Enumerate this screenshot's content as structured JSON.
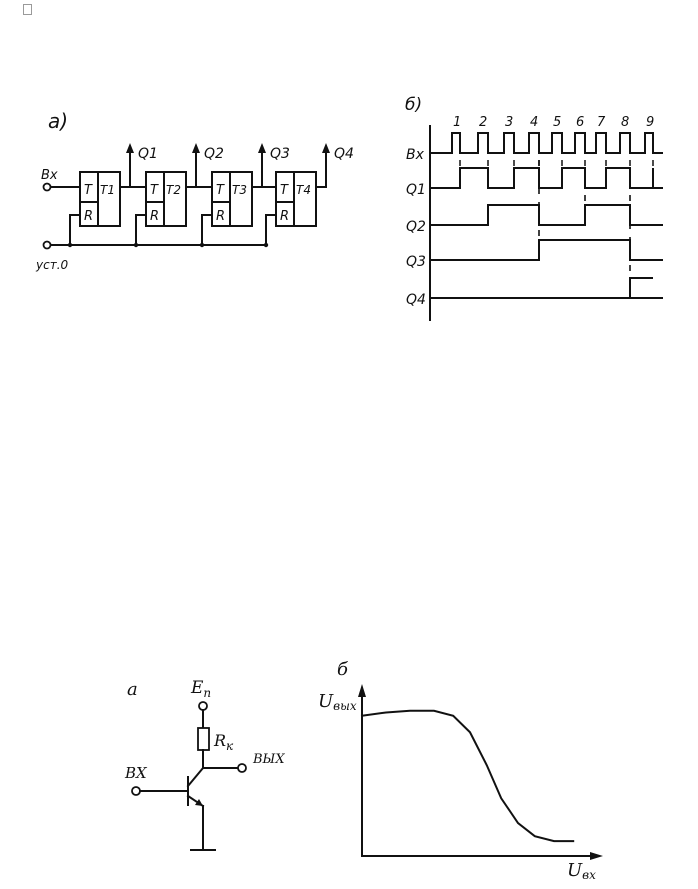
{
  "page": {
    "corner_icon": "missing-glyph-box"
  },
  "counter_circuit": {
    "label": "а)",
    "input_label": "Вх",
    "reset_label": "уст.0",
    "triggers": [
      {
        "t_label": "T",
        "r_label": "R",
        "name": "T1",
        "output": "Q1"
      },
      {
        "t_label": "T",
        "r_label": "R",
        "name": "T2",
        "output": "Q2"
      },
      {
        "t_label": "T",
        "r_label": "R",
        "name": "T3",
        "output": "Q3"
      },
      {
        "t_label": "T",
        "r_label": "R",
        "name": "T4",
        "output": "Q4"
      }
    ]
  },
  "timing_diagram": {
    "label": "б)",
    "pulse_numbers": [
      "1",
      "2",
      "3",
      "4",
      "5",
      "6",
      "7",
      "8",
      "9"
    ],
    "signals": [
      {
        "name": "Вх",
        "description": "9 input pulses"
      },
      {
        "name": "Q1",
        "description": "toggles on falling edge of each input pulse"
      },
      {
        "name": "Q2",
        "description": "toggles on falling edge of Q1"
      },
      {
        "name": "Q3",
        "description": "toggles on falling edge of Q2"
      },
      {
        "name": "Q4",
        "description": "goes high after pulse 8"
      }
    ],
    "states_after_pulse": {
      "Q1": [
        1,
        0,
        1,
        0,
        1,
        0,
        1,
        0,
        1
      ],
      "Q2": [
        0,
        1,
        1,
        0,
        0,
        1,
        1,
        0,
        0
      ],
      "Q3": [
        0,
        0,
        0,
        1,
        1,
        1,
        1,
        0,
        0
      ],
      "Q4": [
        0,
        0,
        0,
        0,
        0,
        0,
        0,
        1,
        1
      ]
    }
  },
  "inverter_circuit": {
    "label": "а",
    "supply_label": "E",
    "supply_sub": "п",
    "resistor_label": "R",
    "resistor_sub": "к",
    "input_label": "ВХ",
    "output_label": "ВЫХ"
  },
  "transfer_chart": {
    "label": "б",
    "y_axis": "U",
    "y_axis_sub": "вых",
    "x_axis": "U",
    "x_axis_sub": "вх"
  },
  "chart_data": {
    "type": "line",
    "title": "б",
    "xlabel": "Uвх",
    "ylabel": "Uвых",
    "x": [
      0.0,
      0.1,
      0.2,
      0.3,
      0.38,
      0.45,
      0.52,
      0.58,
      0.65,
      0.72,
      0.8,
      0.88
    ],
    "series": [
      {
        "name": "Uвых(Uвх)",
        "values": [
          0.85,
          0.87,
          0.88,
          0.88,
          0.85,
          0.75,
          0.55,
          0.35,
          0.2,
          0.12,
          0.09,
          0.09
        ]
      }
    ],
    "xlim": [
      0,
      1
    ],
    "ylim": [
      0,
      1
    ],
    "grid": false
  }
}
